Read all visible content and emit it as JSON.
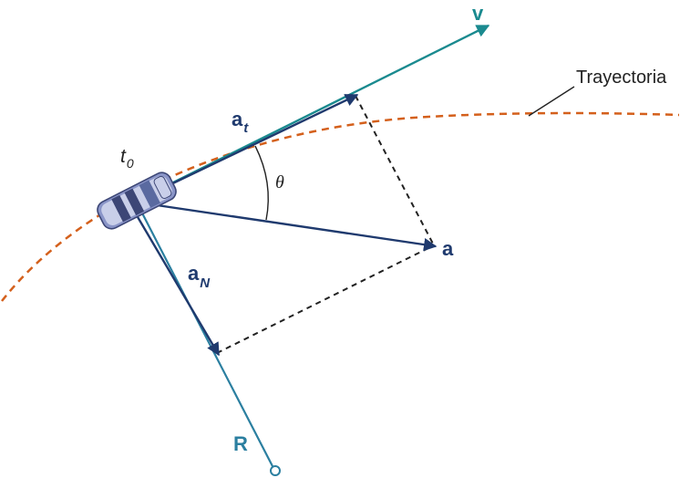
{
  "labels": {
    "v": "v",
    "trajectory": "Trayectoria",
    "a_t_main": "a",
    "a_t_sub": "t",
    "t0_main": "t",
    "t0_sub": "0",
    "theta": "θ",
    "a": "a",
    "a_N_main": "a",
    "a_N_sub": "N",
    "R": "R"
  },
  "colors": {
    "teal": "#1a8a8f",
    "navy": "#1f3a6e",
    "orange": "#d4601c",
    "dashed_black": "#222222",
    "radius_line": "#2b7fa0",
    "car_body": "#5a6aa0"
  }
}
